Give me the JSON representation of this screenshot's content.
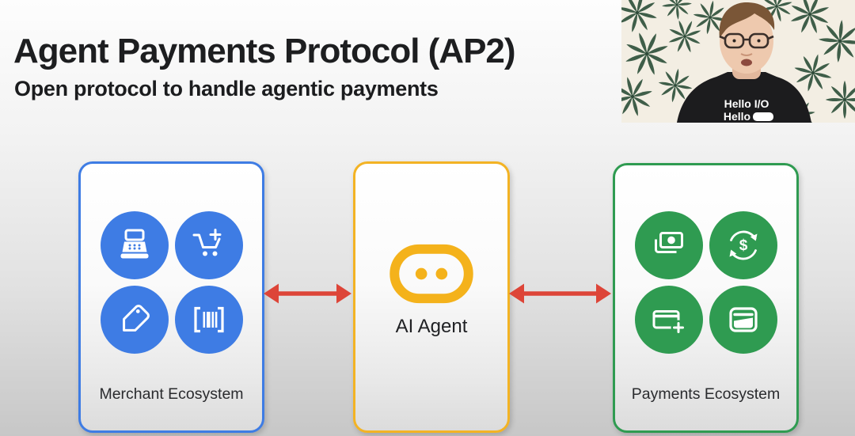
{
  "slide": {
    "title": "Agent Payments Protocol (AP2)",
    "subtitle": "Open protocol to handle agentic payments"
  },
  "colors": {
    "merchant_blue": "#3E7CE4",
    "agent_yellow": "#F3B324",
    "payments_green": "#2F9B51",
    "arrow_red": "#DD4538",
    "text_dark": "#1D1E20"
  },
  "diagram": {
    "merchant_box": {
      "label": "Merchant Ecosystem",
      "icons": [
        "cash-register-icon",
        "add-shopping-cart-icon",
        "price-tag-icon",
        "barcode-icon"
      ]
    },
    "agent_box": {
      "label": "AI Agent",
      "icons": [
        "robot-face-icon"
      ]
    },
    "payments_box": {
      "label": "Payments Ecosystem",
      "icons": [
        "banknotes-icon",
        "currency-exchange-icon",
        "add-card-icon",
        "wallet-icon"
      ]
    },
    "connections": [
      {
        "from": "Merchant Ecosystem",
        "to": "AI Agent",
        "style": "bidirectional-arrow"
      },
      {
        "from": "AI Agent",
        "to": "Payments Ecosystem",
        "style": "bidirectional-arrow"
      }
    ]
  },
  "webcam": {
    "shirt_text_line1": "Hello I/O",
    "shirt_text_line2": "Hello"
  }
}
